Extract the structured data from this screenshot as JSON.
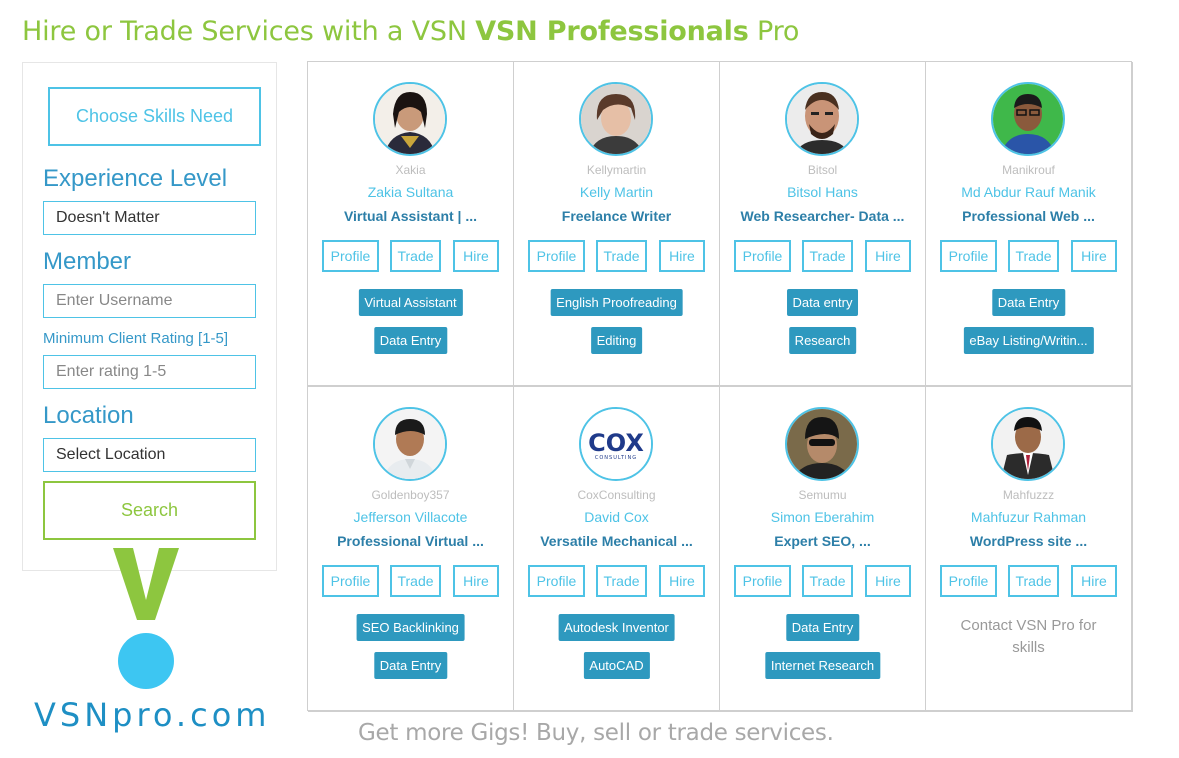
{
  "header": {
    "title_prefix": "Hire or Trade Services with a VSN ",
    "title_brand": "VSN Professionals",
    "title_suffix": " Pro"
  },
  "sidebar": {
    "choose_skills_label": "Choose Skills Need",
    "experience_heading": "Experience Level",
    "experience_value": "Doesn't Matter",
    "member_heading": "Member",
    "username_placeholder": "Enter Username",
    "rating_label": "Minimum Client Rating [1-5]",
    "rating_placeholder": "Enter rating 1-5",
    "location_heading": "Location",
    "location_value": "Select Location",
    "search_label": "Search"
  },
  "logo": {
    "text": "VSNpro.com",
    "colors": {
      "v": "#8dc63f",
      "dot": "#3dc6f2",
      "text": "#1e8fc4"
    }
  },
  "actions": {
    "profile": "Profile",
    "trade": "Trade",
    "hire": "Hire"
  },
  "cards": [
    {
      "username": "Xakia",
      "name": "Zakia Sultana",
      "headline": "Virtual Assistant | ...",
      "skills": [
        "Virtual Assistant",
        "Data Entry"
      ]
    },
    {
      "username": "Kellymartin",
      "name": "Kelly Martin",
      "headline": "Freelance Writer",
      "skills": [
        "English Proofreading",
        "Editing"
      ]
    },
    {
      "username": "Bitsol",
      "name": "Bitsol Hans",
      "headline": "Web Researcher- Data ...",
      "skills": [
        "Data entry",
        "Research"
      ]
    },
    {
      "username": "Manikrouf",
      "name": "Md Abdur Rauf Manik",
      "headline": "Professional Web ...",
      "skills": [
        "Data Entry",
        "eBay Listing/Writin..."
      ]
    },
    {
      "username": "Goldenboy357",
      "name": "Jefferson Villacote",
      "headline": "Professional Virtual ...",
      "skills": [
        "SEO Backlinking",
        "Data Entry"
      ]
    },
    {
      "username": "CoxConsulting",
      "name": "David Cox",
      "headline": "Versatile Mechanical ...",
      "skills": [
        "Autodesk Inventor",
        "AutoCAD"
      ],
      "logo_text": "COX",
      "logo_sub": "CONSULTING"
    },
    {
      "username": "Semumu",
      "name": "Simon Eberahim",
      "headline": "Expert SEO, ...",
      "skills": [
        "Data Entry",
        "Internet Research"
      ]
    },
    {
      "username": "Mahfuzzz",
      "name": "Mahfuzur Rahman",
      "headline": "WordPress site ...",
      "skills": [],
      "note": "Contact VSN Pro for skills"
    }
  ],
  "footer": {
    "tagline": "Get more Gigs! Buy, sell or trade services."
  },
  "colors": {
    "accent_blue": "#4ec3e6",
    "accent_green": "#8dc63f",
    "tag_blue": "#2e99bf",
    "heading_blue": "#3598c8"
  }
}
